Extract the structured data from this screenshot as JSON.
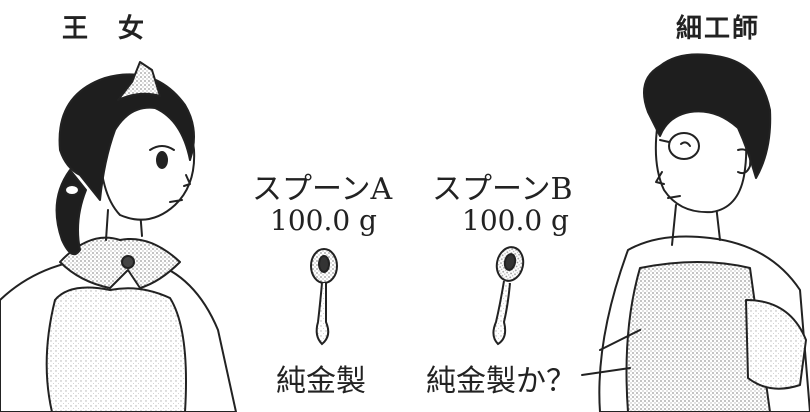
{
  "characters": {
    "princess": {
      "label": "王　女"
    },
    "craftsman": {
      "label": "細工師"
    }
  },
  "spoons": [
    {
      "name": "スプーンA",
      "mass": "100.0 g",
      "material": "純金製"
    },
    {
      "name": "スプーンB",
      "mass": "100.0 g",
      "material": "純金製か？"
    }
  ],
  "colors": {
    "ink": "#222222",
    "screentone": "#bdbdbd",
    "background": "#ffffff"
  }
}
